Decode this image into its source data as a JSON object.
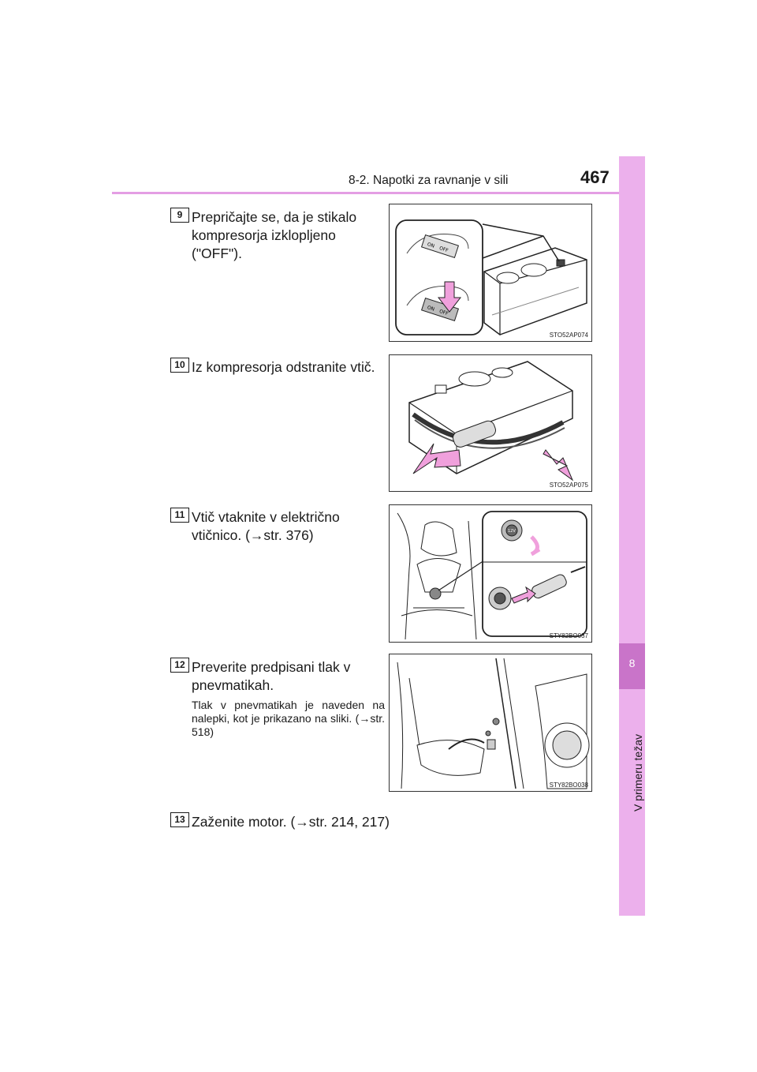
{
  "header": {
    "section_title": "8-2. Napotki za ravnanje v sili",
    "page_number": "467"
  },
  "side_tab": {
    "chapter_number": "8",
    "chapter_title": "V primeru težav"
  },
  "steps": [
    {
      "number": "9",
      "text": "Prepričajte se, da je stikalo kompresorja izklopljeno (\"OFF\").",
      "figure_code": "STO52AP074"
    },
    {
      "number": "10",
      "text": "Iz kompresorja odstranite vtič.",
      "figure_code": "STO52AP075"
    },
    {
      "number": "11",
      "text": "Vtič vtaknite v električno vtičnico. (→str. 376)",
      "figure_code": "STY82BO037"
    },
    {
      "number": "12",
      "text": "Preverite predpisani tlak v pnevmatikah.",
      "note": "Tlak v pnevmatikah je naveden na nalepki, kot je prikazano na sliki. (→str. 518)",
      "figure_code": "STY82BO038"
    },
    {
      "number": "13",
      "text": "Zaženite motor. (→str. 214, 217)"
    }
  ],
  "figure_labels": {
    "switch_on": "ON",
    "switch_off": "OFF",
    "socket_voltage": "12V"
  },
  "colors": {
    "accent_pink": "#e49ee4",
    "side_tab": "#ecb0ec",
    "chapter_box": "#c974c9",
    "arrow_pink": "#f0a0dc"
  }
}
